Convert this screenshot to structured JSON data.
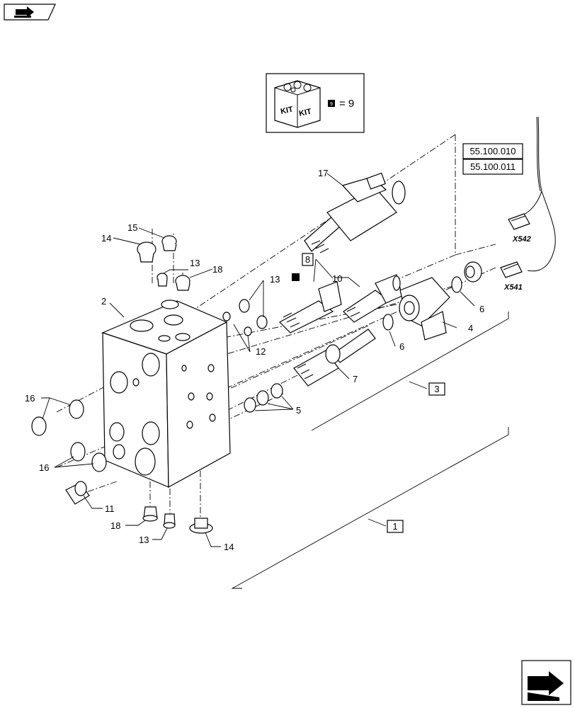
{
  "kit": {
    "left_label": "KIT",
    "right_label": "KIT",
    "badge": "9",
    "equals": "= 9"
  },
  "references": {
    "ref1": "55.100.010",
    "ref2": "55.100.011"
  },
  "connectors": {
    "x542": "X542",
    "x541": "X541"
  },
  "boxed_callouts": {
    "b8": "8",
    "b3": "3",
    "b1": "1"
  },
  "callouts": {
    "c17": "17",
    "c15": "15",
    "c14_top": "14",
    "c13_top_a": "13",
    "c18_top": "18",
    "c13_top_b": "13",
    "c10": "10",
    "c2": "2",
    "c12": "12",
    "c6_a": "6",
    "c4": "4",
    "c6_b": "6",
    "c7": "7",
    "c5": "5",
    "c16_a": "16",
    "c16_b": "16",
    "c11": "11",
    "c18_bot": "18",
    "c13_bot": "13",
    "c14_bot": "14"
  },
  "icons": {
    "top_left": "previous-page-icon",
    "bottom_right": "next-page-icon"
  }
}
